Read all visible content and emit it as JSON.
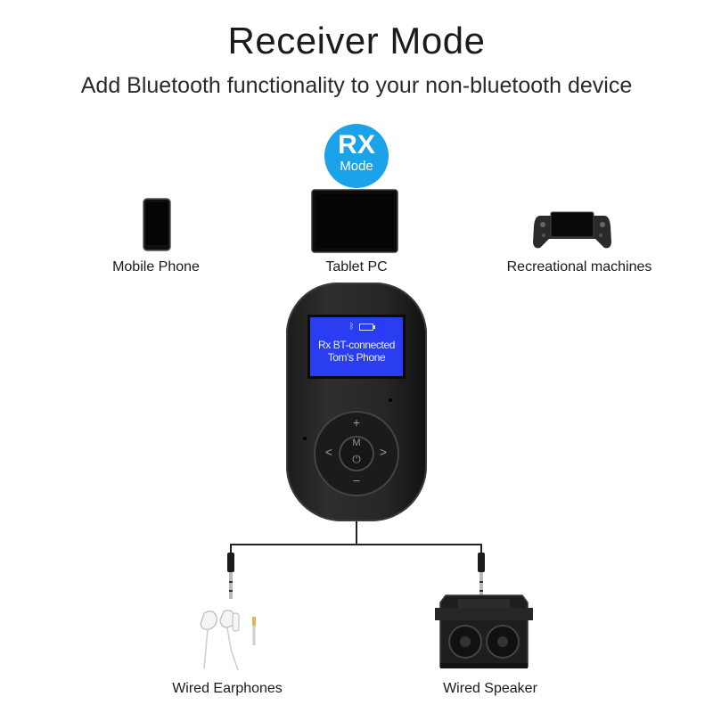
{
  "header": {
    "title": "Receiver Mode",
    "subtitle": "Add Bluetooth functionality to your non-bluetooth device"
  },
  "badge": {
    "main": "RX",
    "sub": "Mode",
    "color": "#1aa3e8"
  },
  "sources": [
    {
      "label": "Mobile Phone",
      "icon": "mobile-phone-icon"
    },
    {
      "label": "Tablet PC",
      "icon": "tablet-icon"
    },
    {
      "label": "Recreational machines",
      "icon": "game-console-icon"
    }
  ],
  "device": {
    "screen_line1": "Rx BT-connected",
    "screen_line2": "Tom's Phone",
    "screen_color": "#2b3df0",
    "buttons": {
      "up": "+",
      "down": "−",
      "left": "<",
      "right": ">",
      "mode": "M",
      "power": "⏻"
    }
  },
  "outputs": [
    {
      "label": "Wired Earphones",
      "icon": "earphones-icon"
    },
    {
      "label": "Wired Speaker",
      "icon": "speaker-icon"
    }
  ]
}
